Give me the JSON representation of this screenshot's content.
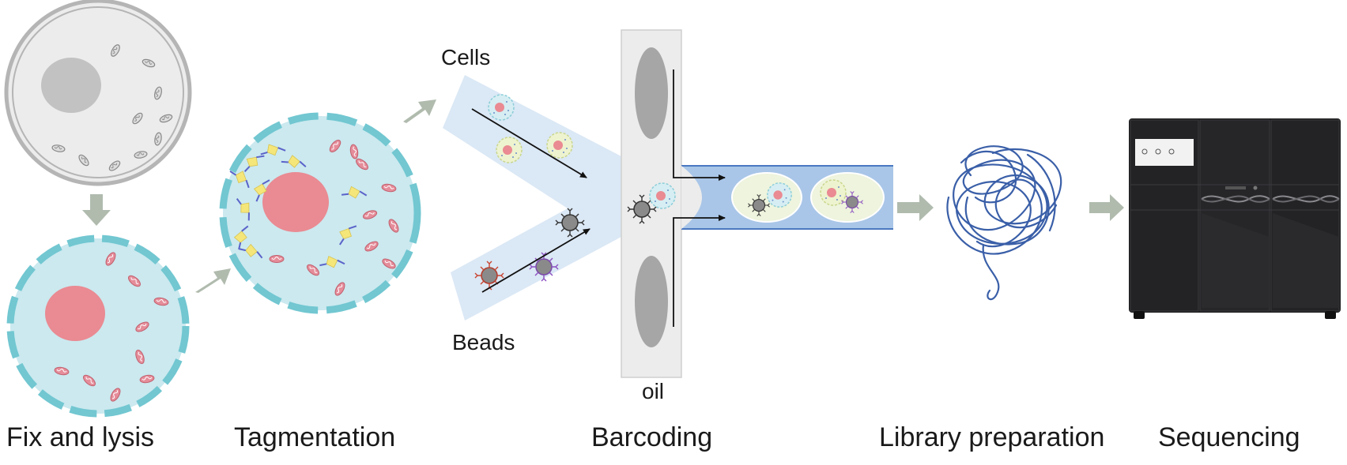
{
  "stages": [
    {
      "id": "fix",
      "label": "Fix and lysis"
    },
    {
      "id": "tag",
      "label": "Tagmentation"
    },
    {
      "id": "bar",
      "label": "Barcoding"
    },
    {
      "id": "lib",
      "label": "Library preparation"
    },
    {
      "id": "seq",
      "label": "Sequencing"
    }
  ],
  "barcoding": {
    "cells_label": "Cells",
    "beads_label": "Beads",
    "oil_label": "oil"
  },
  "colors": {
    "cell_fill": "#cbe9ef",
    "cell_membrane": "#72c7d1",
    "nucleus": "#ea8a92",
    "mitochondria": "#e58d9a",
    "intact_cell_fill": "#ececec",
    "intact_cell_wall": "#b5b5b5",
    "arrow": "#b0bbae",
    "channel": "#dbe8f5",
    "channel_outlet": "#a9c6e8",
    "droplet": "#eef4dd",
    "dna": "#3a5fa8",
    "sequencer": "#1d1d1f"
  },
  "icons": [
    "arrow-right-icon",
    "arrow-down-icon",
    "arrow-up-right-icon",
    "dna-tangle-icon",
    "sequencer-icon",
    "bead-icon",
    "cell-icon",
    "transposase-icon"
  ]
}
